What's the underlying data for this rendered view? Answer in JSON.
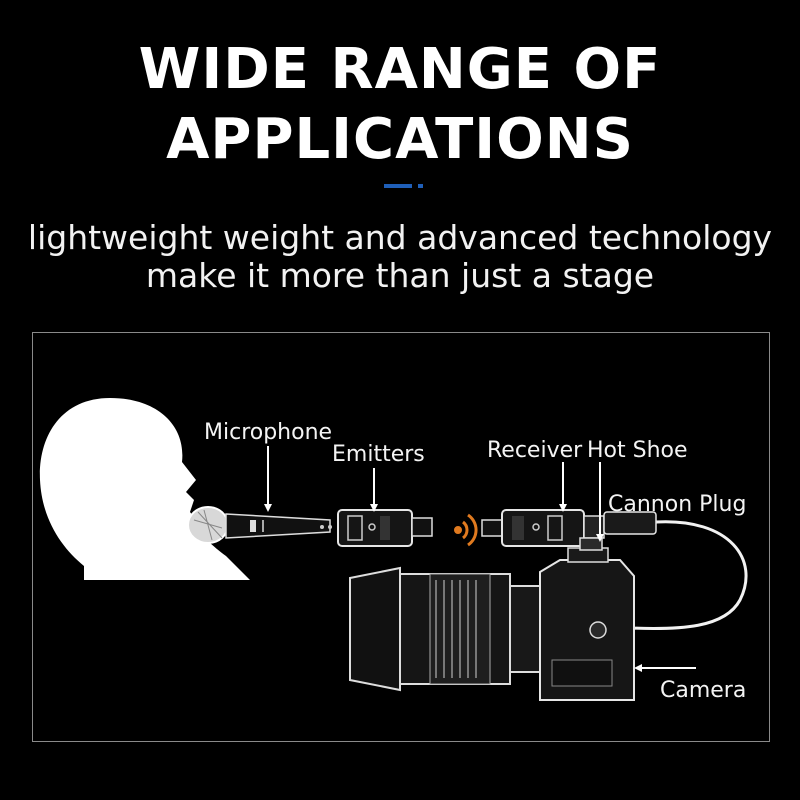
{
  "headline": {
    "line1": "WIDE RANGE OF",
    "line2": "APPLICATIONS"
  },
  "subheadline": {
    "line1": "lightweight weight and advanced technology",
    "line2": "make it more than just a stage"
  },
  "labels": {
    "microphone": "Microphone",
    "emitters": "Emitters",
    "receiver": "Receiver",
    "hot_shoe": "Hot Shoe",
    "cannon_plug": "Cannon Plug",
    "camera": "Camera"
  },
  "colors": {
    "accent": "#1f5fb8",
    "signal": "#e07a1f",
    "background": "#000000"
  }
}
